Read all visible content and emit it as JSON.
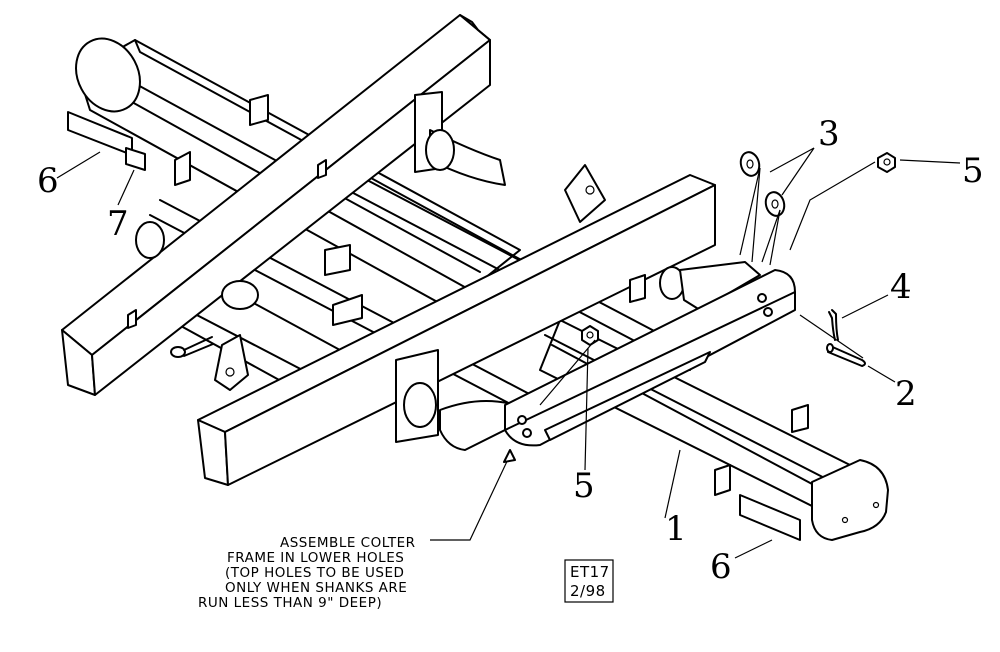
{
  "callouts": {
    "c1": "1",
    "c2": "2",
    "c3": "3",
    "c4": "4",
    "c5a": "5",
    "c5b": "5",
    "c6a": "6",
    "c6b": "6",
    "c7": "7"
  },
  "note": {
    "lines": [
      "ASSEMBLE COLTER",
      "FRAME IN LOWER HOLES",
      "(TOP HOLES TO BE USED",
      "ONLY WHEN SHANKS ARE",
      "RUN LESS THAN 9\" DEEP)"
    ]
  },
  "drawing_tag": {
    "line1": "ET17",
    "line2": "2/98"
  }
}
